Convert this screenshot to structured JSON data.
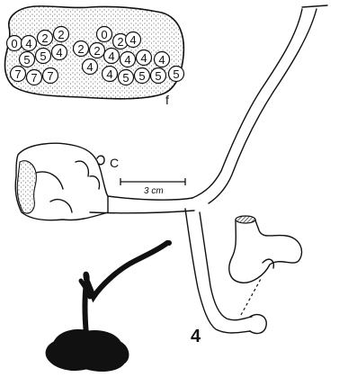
{
  "figure": {
    "panel_label_f": "f",
    "label_c": "C",
    "scale_label": "3 cm",
    "figure_number": "4",
    "egg_counts": [
      "0",
      "4",
      "2",
      "2",
      "0",
      "2",
      "4",
      "5",
      "5",
      "4",
      "2",
      "2",
      "4",
      "4",
      "4",
      "4",
      "4",
      "7",
      "7",
      "7",
      "4",
      "5",
      "5",
      "5",
      "5"
    ]
  }
}
